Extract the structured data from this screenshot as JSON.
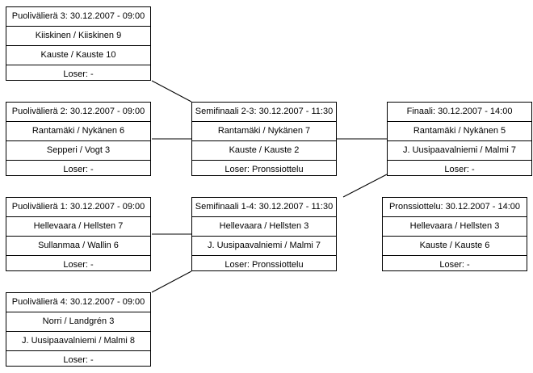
{
  "matches": [
    {
      "id": "qf3",
      "title": "Puolivälierä 3: 30.12.2007 - 09:00",
      "team1": "Kiiskinen / Kiiskinen 9",
      "team2": "Kauste / Kauste 10",
      "loser": "Loser: -"
    },
    {
      "id": "qf2",
      "title": "Puolivälierä 2: 30.12.2007 - 09:00",
      "team1": "Rantamäki / Nykänen 6",
      "team2": "Sepperi / Vogt 3",
      "loser": "Loser: -"
    },
    {
      "id": "qf1",
      "title": "Puolivälierä 1: 30.12.2007 - 09:00",
      "team1": "Hellevaara / Hellsten 7",
      "team2": "Sullanmaa / Wallin 6",
      "loser": "Loser: -"
    },
    {
      "id": "qf4",
      "title": "Puolivälierä 4: 30.12.2007 - 09:00",
      "team1": "Norri / Landgrén 3",
      "team2": "J. Uusipaavalniemi / Malmi 8",
      "loser": "Loser: -"
    },
    {
      "id": "sf23",
      "title": "Semifinaali 2-3: 30.12.2007 - 11:30",
      "team1": "Rantamäki / Nykänen 7",
      "team2": "Kauste / Kauste 2",
      "loser": "Loser: Pronssiottelu"
    },
    {
      "id": "sf14",
      "title": "Semifinaali 1-4: 30.12.2007 - 11:30",
      "team1": "Hellevaara / Hellsten 3",
      "team2": "J. Uusipaavalniemi / Malmi 7",
      "loser": "Loser: Pronssiottelu"
    },
    {
      "id": "final",
      "title": "Finaali: 30.12.2007 - 14:00",
      "team1": "Rantamäki / Nykänen 5",
      "team2": "J. Uusipaavalniemi / Malmi 7",
      "loser": "Loser: -"
    },
    {
      "id": "bronze",
      "title": "Pronssiottelu: 30.12.2007 - 14:00",
      "team1": "Hellevaara / Hellsten 3",
      "team2": "Kauste / Kauste 6",
      "loser": "Loser: -"
    }
  ]
}
